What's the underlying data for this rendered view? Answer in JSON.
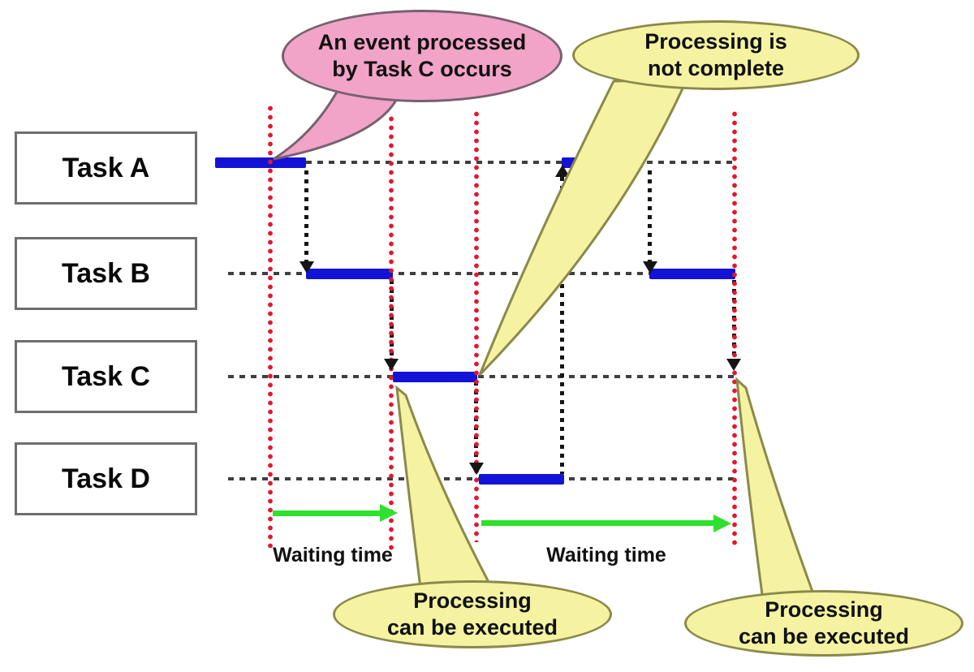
{
  "colors": {
    "bar_blue": "#1313d8",
    "timeline_red": "#e3172c",
    "waiting_green": "#2de12d",
    "gray_dash": "#3f3f3f",
    "black_arrow": "#151515",
    "pink_fill": "#f2a3c8",
    "pink_border": "#77616f",
    "yellow_fill": "#f5f2a2",
    "yellow_border": "#8a8a4a",
    "box_border": "#6e6e6e"
  },
  "tasks": [
    {
      "label": "Task A"
    },
    {
      "label": "Task B"
    },
    {
      "label": "Task C"
    },
    {
      "label": "Task D"
    }
  ],
  "callouts": {
    "event_occurs": {
      "line1": "An event processed",
      "line2": "by Task C occurs"
    },
    "not_complete": {
      "line1": "Processing is",
      "line2": "not complete"
    },
    "can_execute_1": {
      "line1": "Processing",
      "line2": "can be executed"
    },
    "can_execute_2": {
      "line1": "Processing",
      "line2": "can be executed"
    }
  },
  "annotations": {
    "waiting_1": "Waiting time",
    "waiting_2": "Waiting time"
  }
}
